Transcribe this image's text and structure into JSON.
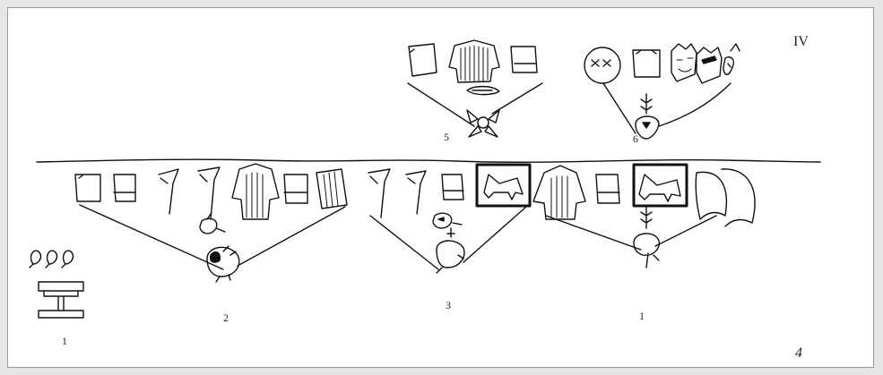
{
  "figure": {
    "plate_number": "IV",
    "page_number": "4",
    "group_labels": [
      "5",
      "6",
      "2",
      "3",
      "1",
      "1"
    ]
  },
  "colors": {
    "ink": "#111111",
    "paper": "#ffffff",
    "highlight_box": "#000000"
  }
}
